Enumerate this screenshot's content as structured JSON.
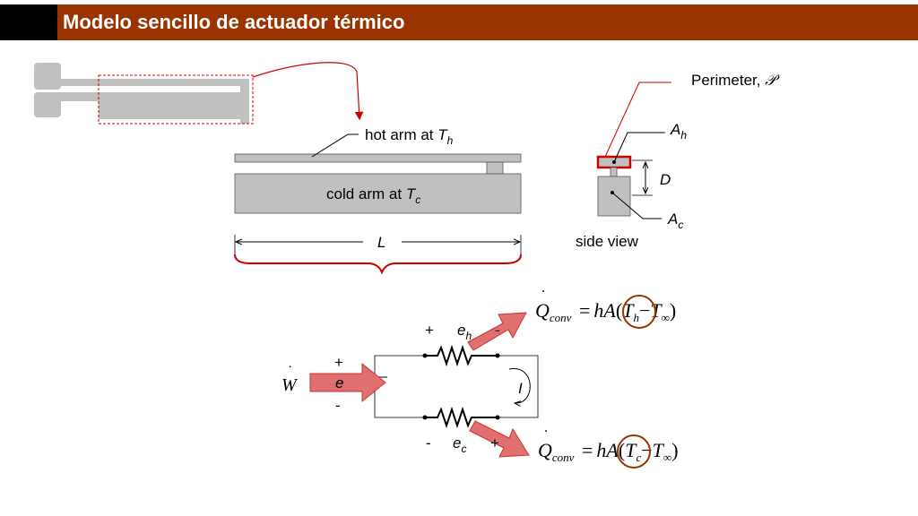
{
  "slide": {
    "title": "Modelo sencillo de actuador térmico"
  },
  "labels": {
    "hot_arm": "hot arm at ",
    "hot_arm_var": "T",
    "hot_arm_sub": "h",
    "cold_arm": "cold arm at ",
    "cold_arm_var": "T",
    "cold_arm_sub": "c",
    "length": "L",
    "perimeter": "Perimeter, ",
    "perimeter_symbol": "𝒫",
    "area_hot": "A",
    "area_hot_sub": "h",
    "area_cold": "A",
    "area_cold_sub": "c",
    "depth": "D",
    "side_view": "side view"
  },
  "circuit": {
    "work": "W",
    "emf": "e",
    "plus_src": "+",
    "minus_src": "-",
    "eh": "e",
    "eh_sub": "h",
    "eh_plus": "+",
    "eh_minus": "-",
    "ec": "e",
    "ec_sub": "c",
    "ec_plus": "+",
    "ec_minus": "-",
    "current": "I"
  },
  "equations": {
    "q_symbol": "Q",
    "q_sub": "conv",
    "eq_sign": "=",
    "hA": "hA",
    "t_sym": "T",
    "hot_sub": "h",
    "cold_sub": "c",
    "minus": "−",
    "t_inf": "T",
    "inf_sub": "∞"
  },
  "colors": {
    "title_bar": "#993300",
    "arrow_fill": "#e07070",
    "highlight_red": "#cc0000",
    "circle_brown": "#993300",
    "arm_gray": "#c0c0c0"
  }
}
